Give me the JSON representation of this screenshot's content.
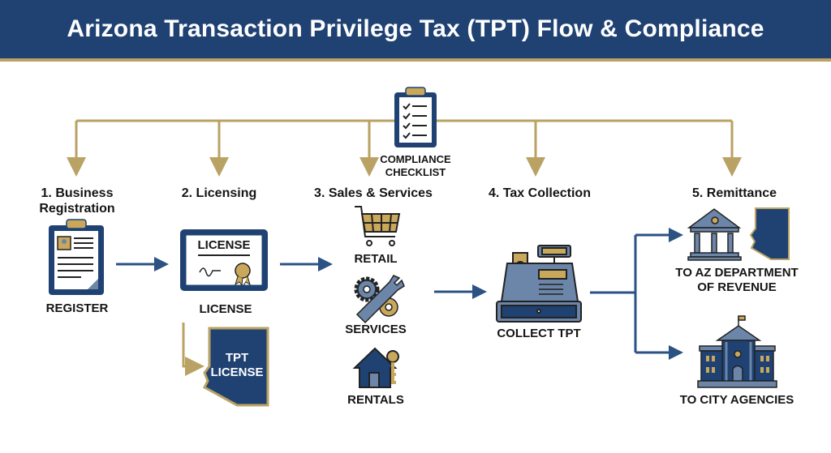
{
  "header": {
    "title": "Arizona Transaction Privilege Tax (TPT) Flow & Compliance"
  },
  "compliance": {
    "label_line1": "COMPLIANCE",
    "label_line2": "CHECKLIST"
  },
  "steps": [
    {
      "title_line1": "1. Business",
      "title_line2": "Registration",
      "label": "REGISTER"
    },
    {
      "title": "2. Licensing",
      "certificate_text": "LICENSE",
      "label": "LICENSE",
      "tpt_line1": "TPT",
      "tpt_line2": "LICENSE"
    },
    {
      "title": "3. Sales & Services",
      "items": [
        "RETAIL",
        "SERVICES",
        "RENTALS"
      ]
    },
    {
      "title": "4. Tax Collection",
      "label": "COLLECT TPT"
    },
    {
      "title": "5. Remittance",
      "dor_line1": "TO AZ DEPARTMENT",
      "dor_line2": "OF REVENUE",
      "city": "TO CITY AGENCIES"
    }
  ],
  "colors": {
    "navy": "#1f4273",
    "gold": "#b9a263",
    "steel": "#6b86a8",
    "arrow": "#2b5283"
  }
}
